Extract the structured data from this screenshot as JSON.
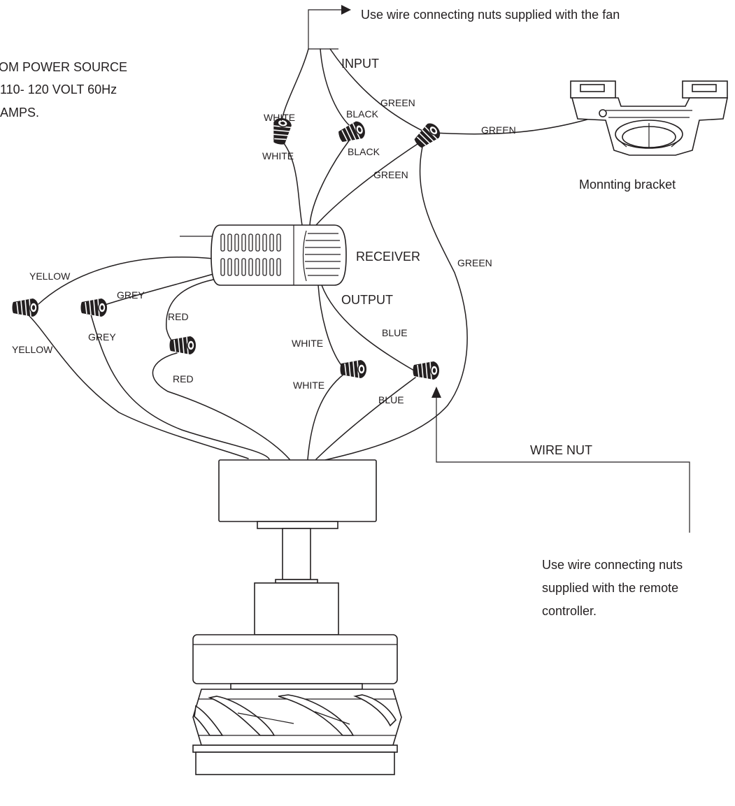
{
  "texts": {
    "top_note": "Use wire connecting nuts supplied with the fan",
    "power_line1": "OM POWER SOURCE",
    "power_line2": "110- 120 VOLT 60Hz",
    "power_line3": "AMPS.",
    "input": "INPUT",
    "output": "OUTPUT",
    "receiver": "RECEIVER",
    "bracket": "Monnting bracket",
    "wire_nut": "WIRE NUT",
    "remote_line1": "Use wire connecting nuts",
    "remote_line2": "supplied with the remote",
    "remote_line3": "controller."
  },
  "wire_labels": {
    "white_in_top": "WHITE",
    "white_in_bottom": "WHITE",
    "black_top": "BLACK",
    "black_bottom": "BLACK",
    "green_in": "GREEN",
    "green_bracket": "GREEN",
    "green_receiver": "GREEN",
    "green_down": "GREEN",
    "yellow_top": "YELLOW",
    "yellow_bottom": "YELLOW",
    "grey_top": "GREY",
    "grey_bottom": "GREY",
    "red_top": "RED",
    "red_bottom": "RED",
    "white_out_top": "WHITE",
    "white_out_bottom": "WHITE",
    "blue_top": "BLUE",
    "blue_bottom": "BLUE"
  },
  "colors": {
    "ink": "#231f20",
    "background": "#ffffff"
  }
}
